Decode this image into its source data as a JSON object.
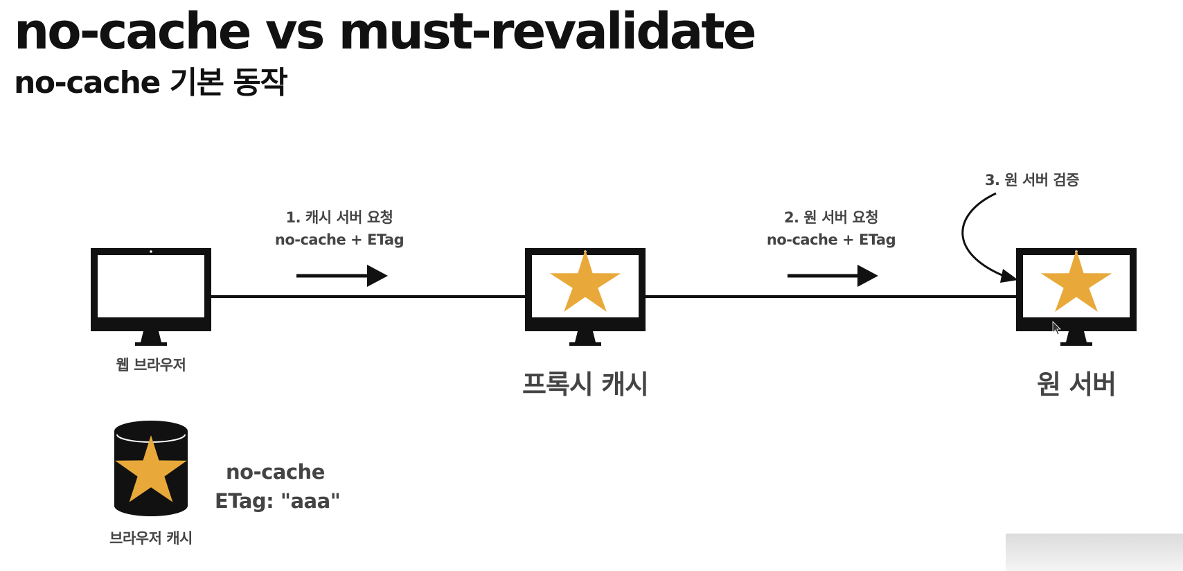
{
  "slide": {
    "title": "no-cache vs must-revalidate",
    "subtitle": "no-cache 기본 동작"
  },
  "nodes": {
    "browser": {
      "label": "웹 브라우저"
    },
    "proxy": {
      "label": "프록시 캐시"
    },
    "origin": {
      "label": "원 서버"
    }
  },
  "steps": {
    "step1": {
      "line1": "1. 캐시 서버 요청",
      "line2": "no-cache + ETag"
    },
    "step2": {
      "line1": "2. 원 서버 요청",
      "line2": "no-cache + ETag"
    },
    "step3": {
      "line1": "3. 원 서버 검증"
    }
  },
  "browser_cache": {
    "label": "브라우저 캐시",
    "directive": "no-cache",
    "etag": "ETag: \"aaa\""
  },
  "colors": {
    "star": "#E8A93A",
    "line": "#111111",
    "text": "#444444"
  }
}
